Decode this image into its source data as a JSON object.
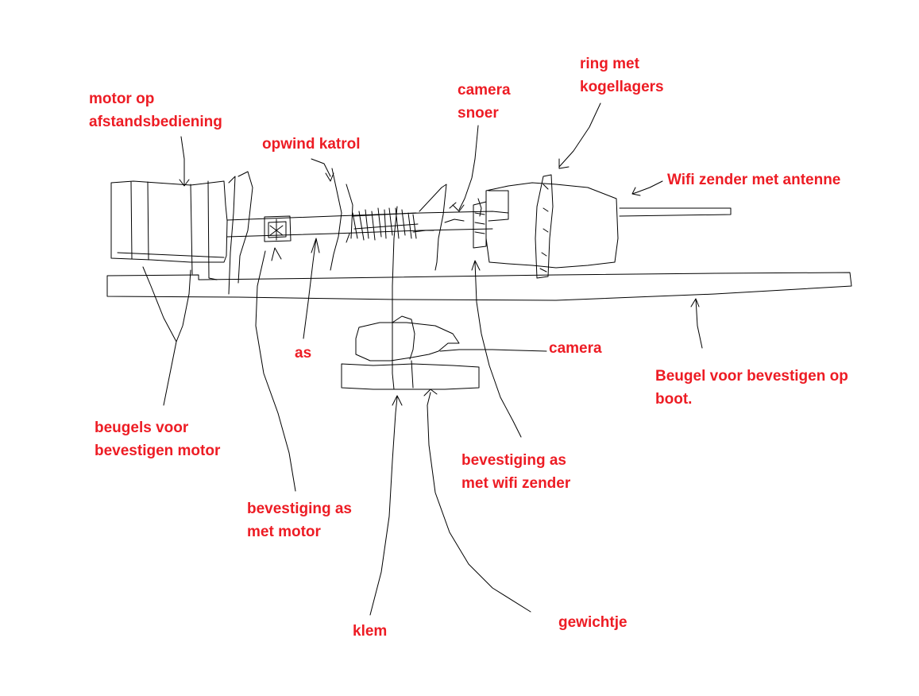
{
  "colors": {
    "label": "#ed1c24",
    "ink": "#000000",
    "background": "#ffffff"
  },
  "labels": {
    "motor": "motor op\nafstandsbediening",
    "katrol": "opwind katrol",
    "camera_snoer": "camera\nsnoer",
    "ring": "ring met\nkogellagers",
    "wifi": "Wifi zender met antenne",
    "camera": "camera",
    "as": "as",
    "beugel_boot": "Beugel voor bevestigen op\nboot.",
    "beugels_motor": "beugels voor\nbevestigen motor",
    "bevestiging_wifi": "bevestiging as\nmet wifi zender",
    "bevestiging_motor": "bevestiging as\nmet motor",
    "klem": "klem",
    "gewichtje": "gewichtje"
  }
}
